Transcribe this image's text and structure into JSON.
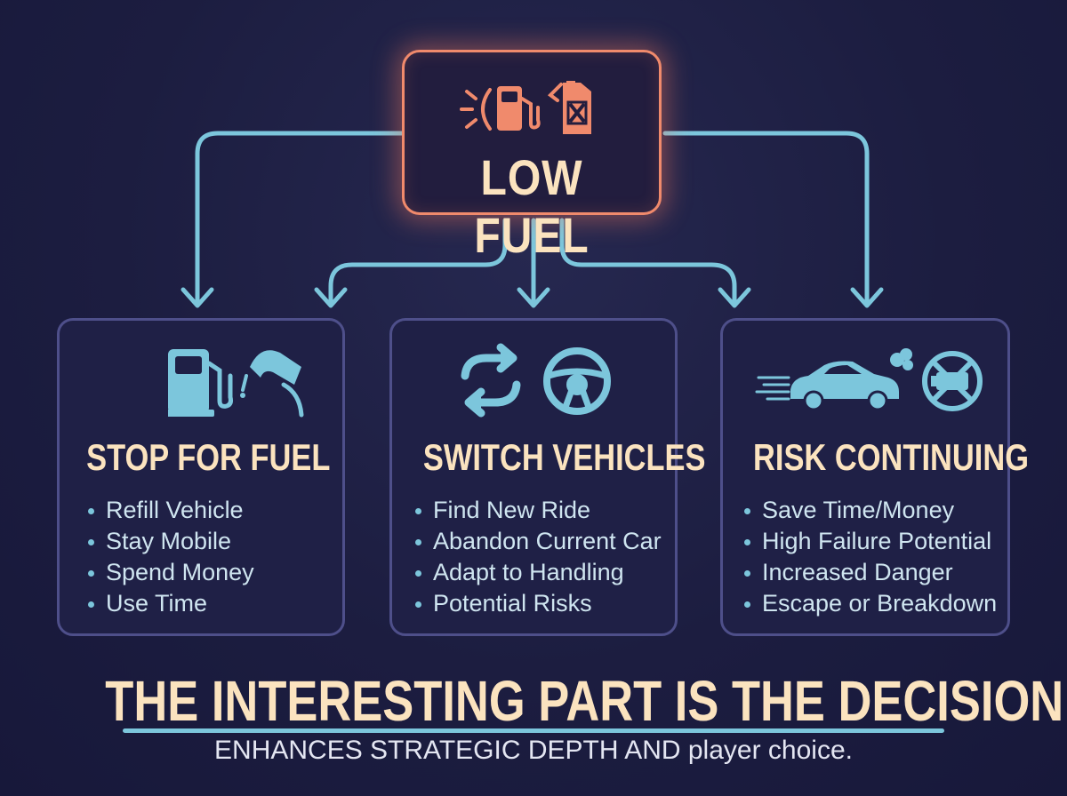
{
  "top": {
    "title": "LOW FUEL",
    "icons": [
      "fuel-warning-light-icon",
      "gas-pump-icon",
      "jerry-can-icon"
    ]
  },
  "cards": [
    {
      "title": "STOP FOR FUEL",
      "icons": [
        "fuel-pump-icon",
        "fuel-nozzle-icon"
      ],
      "items": [
        "Refill Vehicle",
        "Stay Mobile",
        "Spend Money",
        "Use Time"
      ]
    },
    {
      "title": "SWITCH VEHICLES",
      "icons": [
        "swap-arrows-icon",
        "steering-wheel-icon"
      ],
      "items": [
        "Find New Ride",
        "Abandon Current Car",
        "Adapt to Handling",
        "Potential Risks"
      ]
    },
    {
      "title": "RISK CONTINUING",
      "icons": [
        "speeding-car-smoke-icon",
        "prohibited-engine-icon"
      ],
      "items": [
        "Save Time/Money",
        "High Failure Potential",
        "Increased Danger",
        "Escape or Breakdown"
      ]
    }
  ],
  "footer": {
    "title": "THE INTERESTING PART IS THE DECISION",
    "subtitle": "ENHANCES STRATEGIC DEPTH AND player choice."
  },
  "colors": {
    "background": "#1c1d40",
    "accent_orange": "#f08a6c",
    "accent_cyan": "#7cc6dc",
    "title_cream": "#fbe3bf",
    "card_border": "#4e4f8a"
  }
}
